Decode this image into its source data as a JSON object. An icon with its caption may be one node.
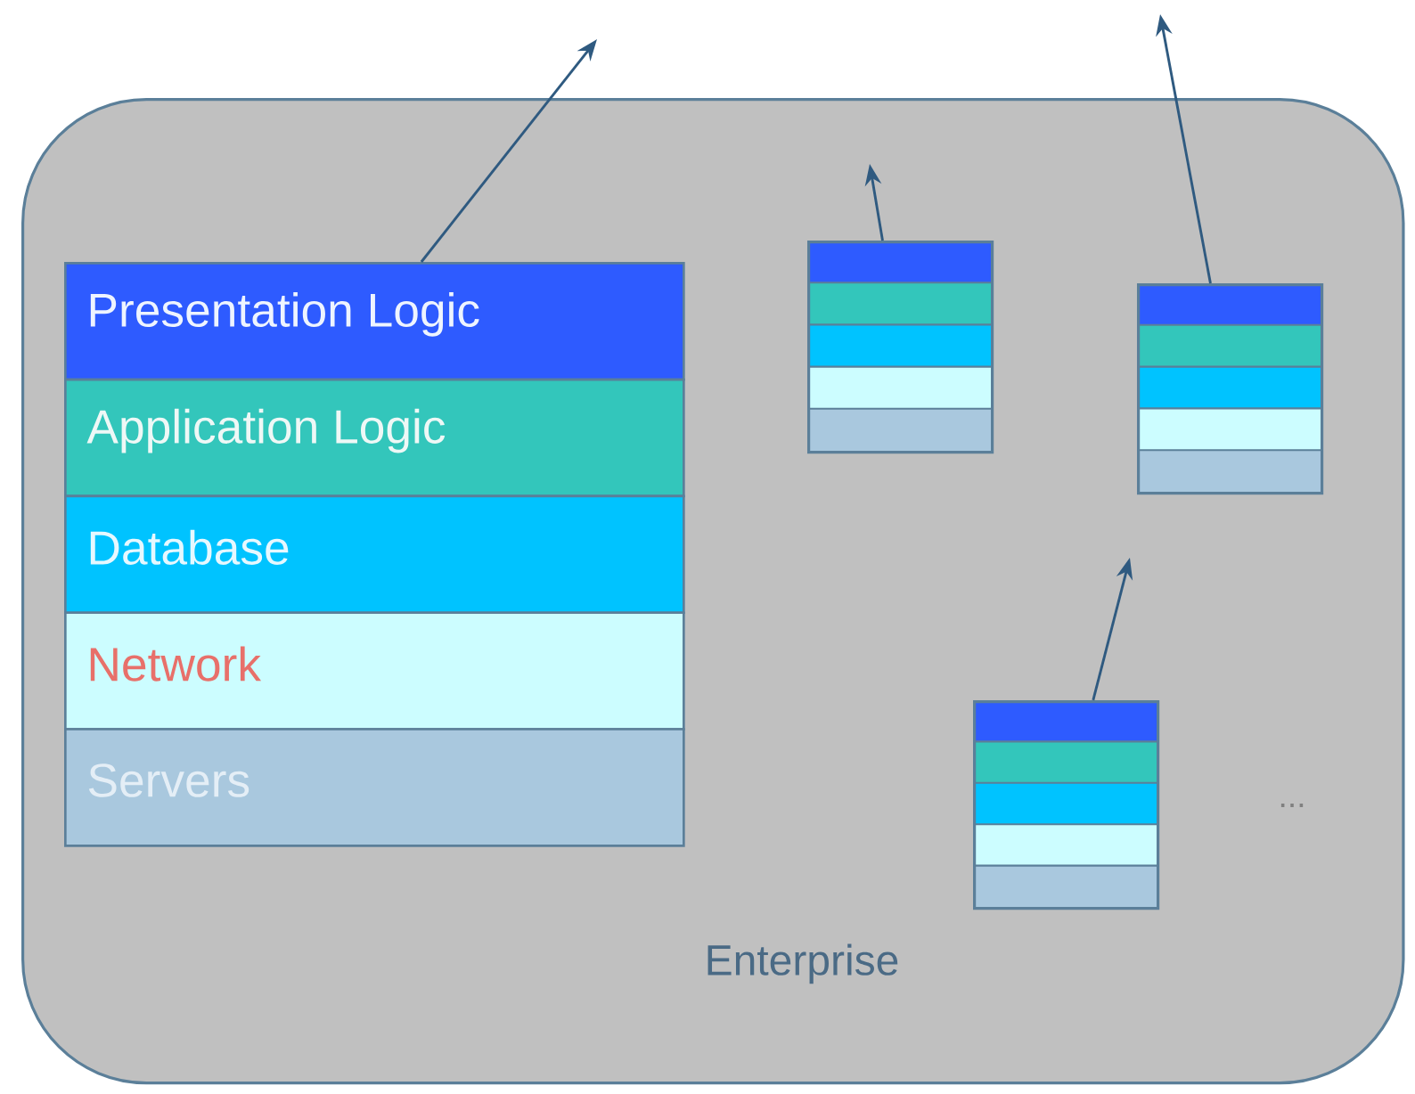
{
  "diagram": {
    "nodes": [
      {
        "text": [
          "Enterprise"
        ]
      },
      {
        "text": [
          "Presentation Logic"
        ],
        "in": 0
      },
      {
        "text": [
          "Application Logic"
        ],
        "in": 0
      },
      {
        "text": [
          "Database"
        ],
        "in": 0
      },
      {
        "text": [
          "Network"
        ],
        "in": 0
      },
      {
        "text": [
          "Servers"
        ],
        "in": 0
      },
      {
        "text": [],
        "shape": "box",
        "in": 0
      },
      {
        "text": [],
        "shape": "box",
        "in": 0
      },
      {
        "text": [],
        "shape": "box",
        "in": 0
      }
    ],
    "edges": [
      {
        "from": 1,
        "to": null,
        "arrow": "to"
      },
      {
        "from": 6,
        "to": null,
        "arrow": "to"
      },
      {
        "from": 7,
        "to": null,
        "arrow": "to"
      },
      {
        "from": 8,
        "to": null,
        "arrow": "to"
      }
    ],
    "labels": [
      "..."
    ]
  }
}
